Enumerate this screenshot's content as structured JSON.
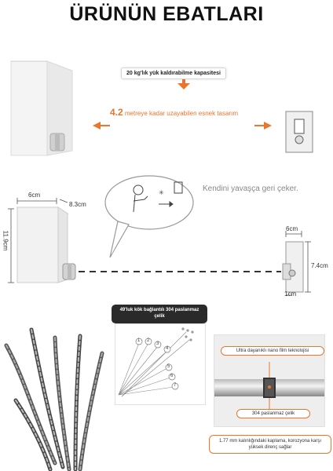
{
  "title": "ÜRÜNÜN EBATLARI",
  "capacity_label": "20 kg'lık yük kaldırabilme kapasitesi",
  "stretch": {
    "number": "4.2",
    "text": "metreye kadar uzayabilen esnek tasarım"
  },
  "retract_label": "Kendini yavaşça geri çeker.",
  "dimensions": {
    "width": "6cm",
    "depth": "8.3cm",
    "height": "11.9cm",
    "bracket_width": "6cm",
    "bracket_height": "7.4cm",
    "bracket_depth": "1cm"
  },
  "cable_badge": "49'luk kök bağlantılı 304 paslanmaz çelik",
  "strand_numbers": [
    "1",
    "2",
    "3",
    "4",
    "5",
    "6",
    "7"
  ],
  "nano_label": "Ultra dayanıklı nano film teknolojisi",
  "steel_label": "304 paslanmaz çelik",
  "coating_label": "1.77 mm kalınlığındaki kaplama, korozyona karşı yüksek direnç sağlar",
  "colors": {
    "accent": "#e8762c",
    "dark": "#2a2a2a"
  }
}
